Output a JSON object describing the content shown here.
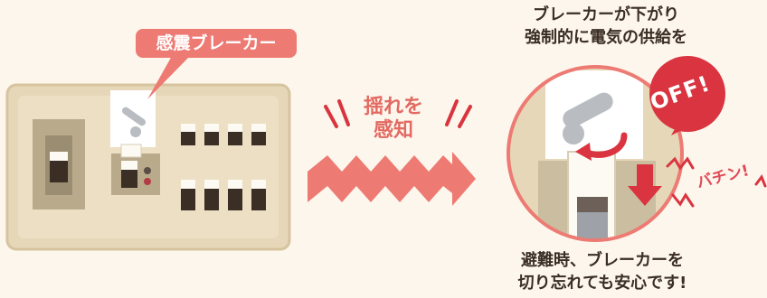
{
  "tag_label": "感震ブレーカー",
  "detect": {
    "line1": "揺れを",
    "line2": "感知"
  },
  "caption_top": {
    "line1": "ブレーカーが下がり",
    "line2": "強制的に電気の供給を"
  },
  "off_badge": "OFF!",
  "pachin": "バチン!",
  "caption_bottom": {
    "line1": "避難時、ブレーカーを",
    "line2": "切り忘れても安心です!"
  },
  "colors": {
    "accent": "#ed7a73",
    "dark": "#3a2e25",
    "panel": "#e6d7b9",
    "background": "#fdf6ec",
    "badge": "#d9343f"
  }
}
